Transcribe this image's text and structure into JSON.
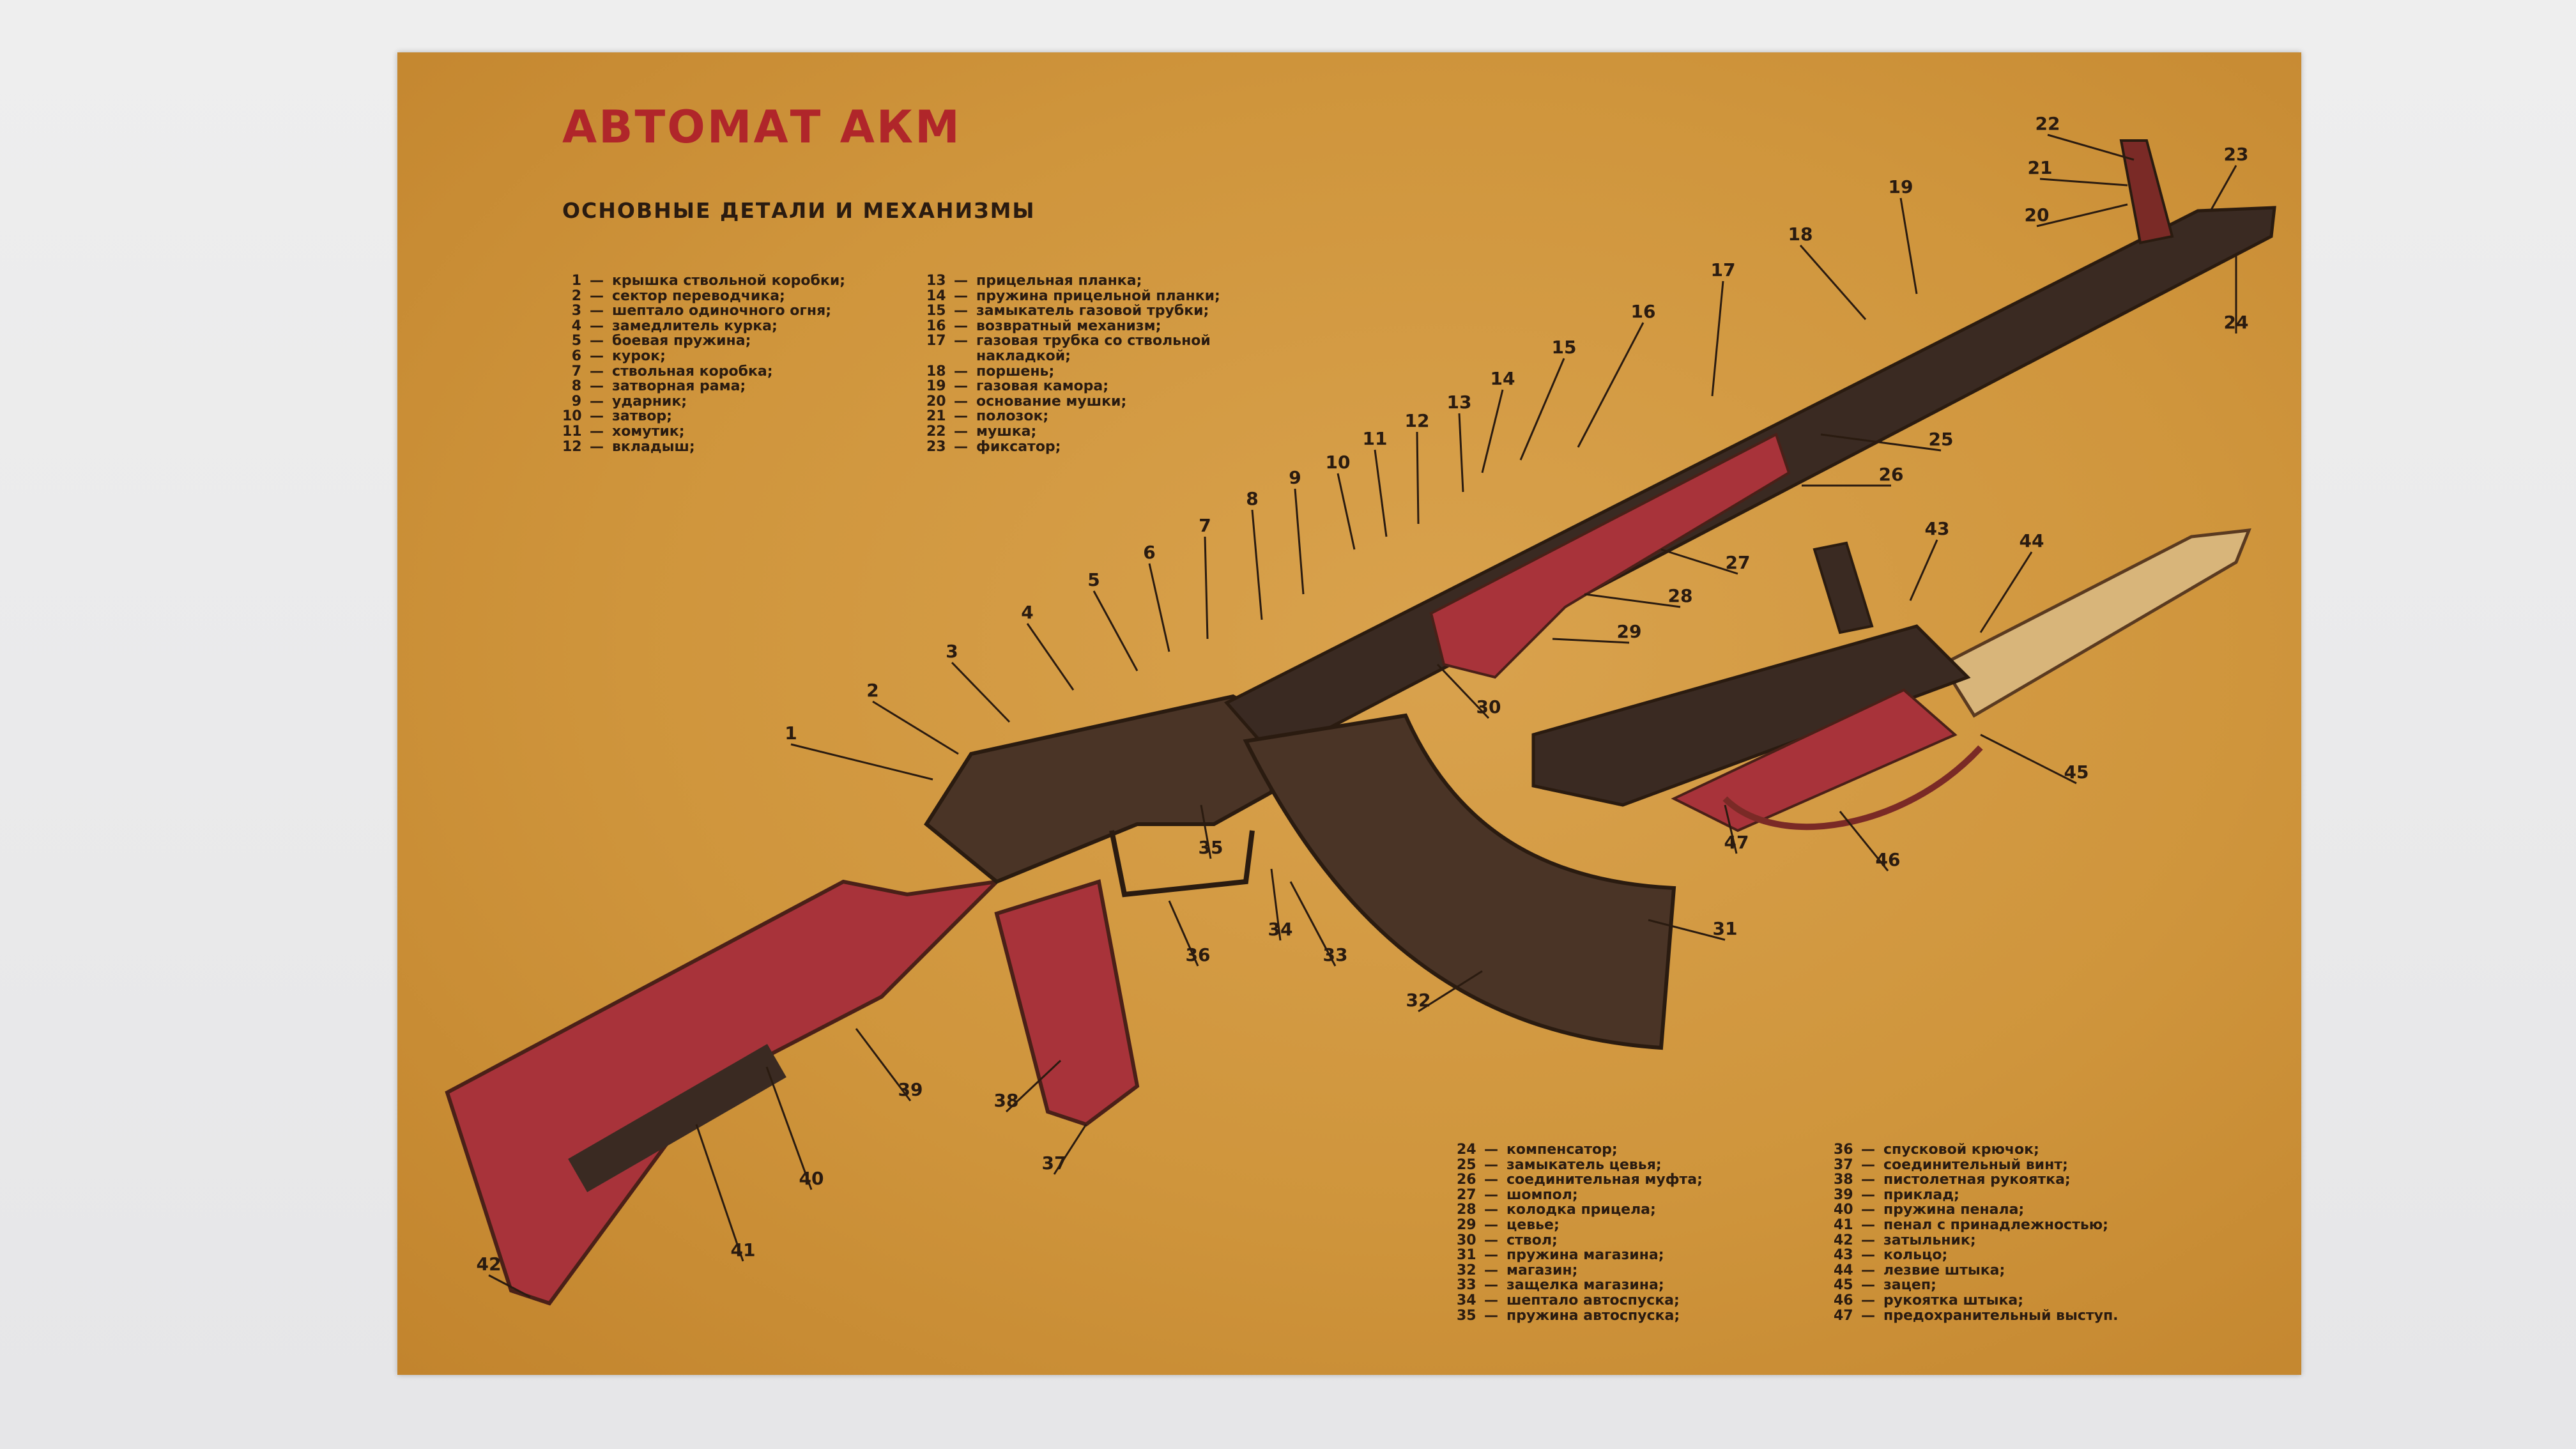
{
  "poster": {
    "title": "АВТОМАТ АКМ",
    "subtitle": "ОСНОВНЫЕ ДЕТАЛИ И МЕХАНИЗМЫ"
  },
  "legend": [
    [
      {
        "num": "1",
        "text": "крышка ствольной коробки;"
      },
      {
        "num": "2",
        "text": "сектор переводчика;"
      },
      {
        "num": "3",
        "text": "шептало одиночного огня;"
      },
      {
        "num": "4",
        "text": "замедлитель курка;"
      },
      {
        "num": "5",
        "text": "боевая пружина;"
      },
      {
        "num": "6",
        "text": "курок;"
      },
      {
        "num": "7",
        "text": "ствольная коробка;"
      },
      {
        "num": "8",
        "text": "затворная рама;"
      },
      {
        "num": "9",
        "text": "ударник;"
      },
      {
        "num": "10",
        "text": "затвор;"
      },
      {
        "num": "11",
        "text": "хомутик;"
      },
      {
        "num": "12",
        "text": "вкладыш;"
      }
    ],
    [
      {
        "num": "13",
        "text": "прицельная планка;"
      },
      {
        "num": "14",
        "text": "пружина прицельной планки;"
      },
      {
        "num": "15",
        "text": "замыкатель газовой трубки;"
      },
      {
        "num": "16",
        "text": "возвратный механизм;"
      },
      {
        "num": "17",
        "text": "газовая трубка со ствольной"
      },
      {
        "num": "",
        "text": "накладкой;"
      },
      {
        "num": "18",
        "text": "поршень;"
      },
      {
        "num": "19",
        "text": "газовая камора;"
      },
      {
        "num": "20",
        "text": "основание мушки;"
      },
      {
        "num": "21",
        "text": "полозок;"
      },
      {
        "num": "22",
        "text": "мушка;"
      },
      {
        "num": "23",
        "text": "фиксатор;"
      }
    ],
    [
      {
        "num": "24",
        "text": "компенсатор;"
      },
      {
        "num": "25",
        "text": "замыкатель цевья;"
      },
      {
        "num": "26",
        "text": "соединительная муфта;"
      },
      {
        "num": "27",
        "text": "шомпол;"
      },
      {
        "num": "28",
        "text": "колодка прицела;"
      },
      {
        "num": "29",
        "text": "цевье;"
      },
      {
        "num": "30",
        "text": "ствол;"
      },
      {
        "num": "31",
        "text": "пружина магазина;"
      },
      {
        "num": "32",
        "text": "магазин;"
      },
      {
        "num": "33",
        "text": "защелка магазина;"
      },
      {
        "num": "34",
        "text": "шептало автоспуска;"
      },
      {
        "num": "35",
        "text": "пружина автоспуска;"
      }
    ],
    [
      {
        "num": "36",
        "text": "спусковой крючок;"
      },
      {
        "num": "37",
        "text": "соединительный винт;"
      },
      {
        "num": "38",
        "text": "пистолетная рукоятка;"
      },
      {
        "num": "39",
        "text": "приклад;"
      },
      {
        "num": "40",
        "text": "пружина пенала;"
      },
      {
        "num": "41",
        "text": "пенал с принадлежностью;"
      },
      {
        "num": "42",
        "text": "затыльник;"
      },
      {
        "num": "43",
        "text": "кольцо;"
      },
      {
        "num": "44",
        "text": "лезвие штыка;"
      },
      {
        "num": "45",
        "text": "зацеп;"
      },
      {
        "num": "46",
        "text": "рукоятка штыка;"
      },
      {
        "num": "47",
        "text": "предохранительный выступ."
      }
    ]
  ],
  "callouts": [
    "1",
    "2",
    "3",
    "4",
    "5",
    "6",
    "7",
    "8",
    "9",
    "10",
    "11",
    "12",
    "13",
    "14",
    "15",
    "16",
    "17",
    "18",
    "19",
    "20",
    "21",
    "22",
    "23",
    "24",
    "25",
    "26",
    "27",
    "28",
    "29",
    "30",
    "31",
    "32",
    "33",
    "34",
    "35",
    "36",
    "37",
    "38",
    "39",
    "40",
    "41",
    "42",
    "43",
    "44",
    "45",
    "46",
    "47"
  ],
  "colors": {
    "paper": "#d49a44",
    "title_red": "#b0262a",
    "ink": "#2a1b10",
    "wood_red": "#a8333a",
    "metal": "#3a2a22"
  }
}
